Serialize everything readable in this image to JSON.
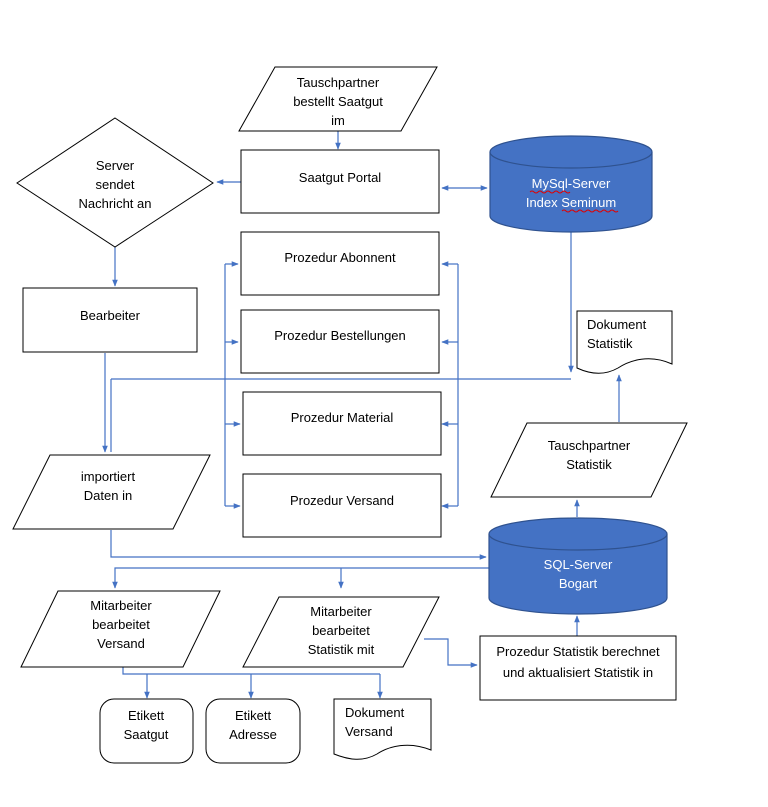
{
  "nodes": {
    "tauschpartner_bestellt": {
      "lines": [
        "Tauschpartner",
        "bestellt Saatgut",
        "im"
      ]
    },
    "saatgut_portal": {
      "lines": [
        "Saatgut Portal"
      ]
    },
    "server_sendet": {
      "lines": [
        "Server",
        "sendet",
        "Nachricht an"
      ]
    },
    "mysql_server": {
      "lines": [
        "MySql-Server",
        "Index Seminum"
      ]
    },
    "bearbeiter": {
      "lines": [
        "Bearbeiter"
      ]
    },
    "prozedur_abonnent": {
      "lines": [
        "Prozedur Abonnent"
      ]
    },
    "prozedur_bestellungen": {
      "lines": [
        "Prozedur Bestellungen"
      ]
    },
    "prozedur_material": {
      "lines": [
        "Prozedur Material"
      ]
    },
    "prozedur_versand": {
      "lines": [
        "Prozedur Versand"
      ]
    },
    "dokument_statistik": {
      "lines": [
        "Dokument",
        "Statistik"
      ]
    },
    "tauschpartner_statistik": {
      "lines": [
        "Tauschpartner",
        "Statistik"
      ]
    },
    "importiert_daten": {
      "lines": [
        "importiert",
        "Daten in"
      ]
    },
    "sql_server_bogart": {
      "lines": [
        "SQL-Server",
        "Bogart"
      ]
    },
    "mitarbeiter_versand": {
      "lines": [
        "Mitarbeiter",
        "bearbeitet",
        "Versand"
      ]
    },
    "mitarbeiter_statistik": {
      "lines": [
        "Mitarbeiter",
        "bearbeitet",
        "Statistik mit"
      ]
    },
    "prozedur_statistik": {
      "lines": [
        "Prozedur Statistik berechnet",
        "und aktualisiert Statistik in"
      ]
    },
    "etikett_saatgut": {
      "lines": [
        "Etikett",
        "Saatgut"
      ]
    },
    "etikett_adresse": {
      "lines": [
        "Etikett",
        "Adresse"
      ]
    },
    "dokument_versand": {
      "lines": [
        "Dokument",
        "Versand"
      ]
    }
  },
  "colors": {
    "connector": "#4472c4",
    "database_fill": "#4472c4",
    "database_text": "#ffffff",
    "shape_stroke": "#000000",
    "spellcheck_underline": "#e00000"
  }
}
